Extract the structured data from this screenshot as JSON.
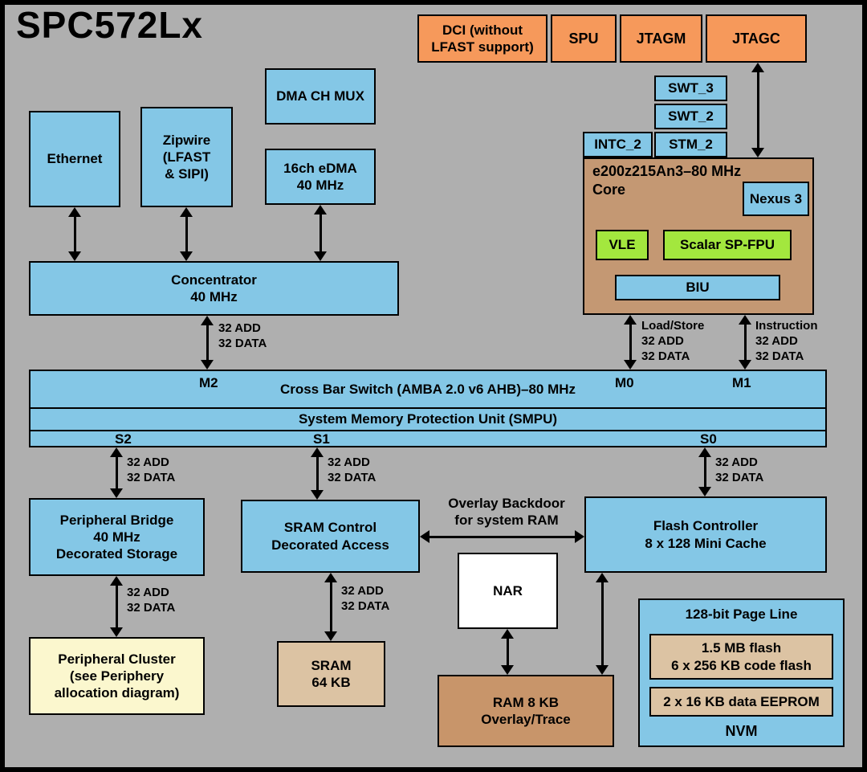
{
  "title": "SPC572Lx",
  "top_row": {
    "dci": "DCI (without\nLFAST support)",
    "spu": "SPU",
    "jtagm": "JTAGM",
    "jtagc": "JTAGC"
  },
  "core": {
    "swt3": "SWT_3",
    "swt2": "SWT_2",
    "intc2": "INTC_2",
    "stm2": "STM_2",
    "title": "e200z215An3–80 MHz\nCore",
    "nexus": "Nexus 3",
    "vle": "VLE",
    "fpu": "Scalar SP-FPU",
    "biu": "BIU"
  },
  "left": {
    "ethernet": "Ethernet",
    "zipwire": "Zipwire\n(LFAST\n& SIPI)",
    "dma_mux": "DMA CH MUX",
    "edma": "16ch eDMA\n40 MHz",
    "concentrator": "Concentrator\n40 MHz"
  },
  "crossbar": {
    "title": "Cross Bar Switch (AMBA 2.0 v6 AHB)–80 MHz",
    "smpu": "System Memory Protection Unit (SMPU)",
    "m2": "M2",
    "m0": "M0",
    "m1": "M1",
    "s2": "S2",
    "s1": "S1",
    "s0": "S0"
  },
  "labels": {
    "bus": "32 ADD\n32 DATA",
    "load_store": "Load/Store\n32 ADD\n32 DATA",
    "instruction": "Instruction\n32 ADD\n32 DATA",
    "overlay": "Overlay Backdoor\nfor system RAM"
  },
  "bottom": {
    "peripheral_bridge": "Peripheral Bridge\n40 MHz\nDecorated Storage",
    "sram_control": "SRAM Control\nDecorated Access",
    "flash_controller": "Flash Controller\n8 x 128 Mini Cache",
    "nar": "NAR",
    "peripheral_cluster": "Peripheral Cluster\n(see Periphery\nallocation diagram)",
    "sram": "SRAM\n64 KB",
    "ram": "RAM 8 KB\nOverlay/Trace",
    "page_line": "128-bit Page Line",
    "code_flash": "1.5 MB flash\n6 x 256 KB code flash",
    "eeprom": "2 x 16 KB data EEPROM",
    "nvm": "NVM"
  },
  "colors": {
    "background": "#AFAFAF",
    "block_blue": "#84C7E6",
    "block_orange": "#F6995B",
    "core_tan": "#C49873",
    "memory_tan": "#DCC3A3",
    "ram_tan": "#C8956A",
    "unit_green": "#A3E73E",
    "cluster_yellow": "#FBF7CE",
    "nar_white": "#FFFFFF",
    "line_black": "#000000"
  }
}
